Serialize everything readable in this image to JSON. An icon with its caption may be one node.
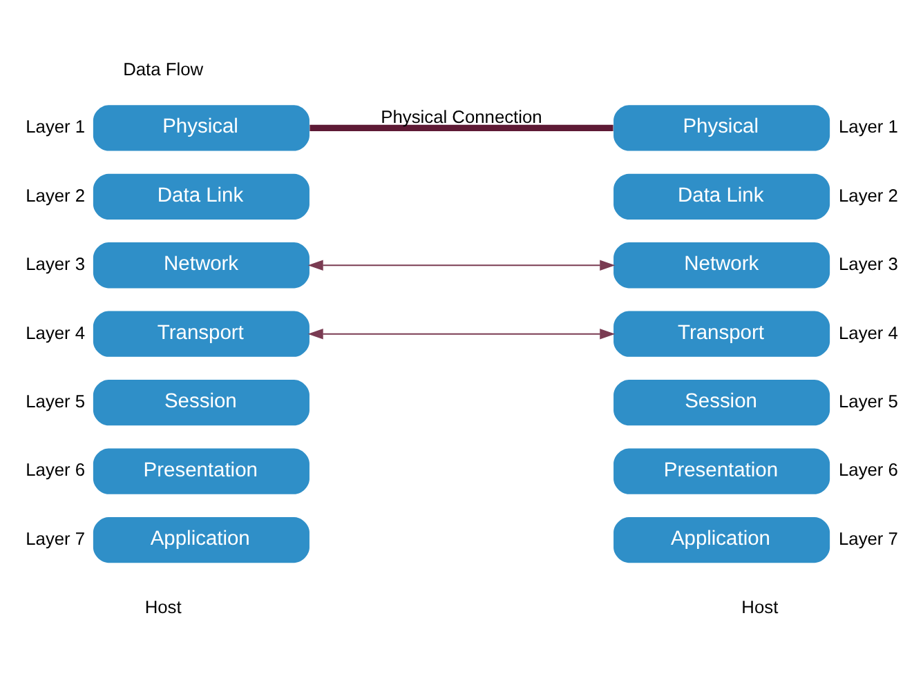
{
  "diagram": {
    "nodes": [
      {
        "text": [
          "Application"
        ],
        "beside": [
          "Layer 7"
        ]
      },
      {
        "text": [
          "Presentation"
        ],
        "beside": [
          "Layer 6"
        ]
      },
      {
        "text": [
          "Session"
        ],
        "beside": [
          "Layer 5"
        ]
      },
      {
        "text": [
          "Transport"
        ],
        "beside": [
          "Layer 4"
        ]
      },
      {
        "text": [
          "Network"
        ],
        "beside": [
          "Layer 3"
        ]
      },
      {
        "text": [
          "Data Link"
        ],
        "beside": [
          "Layer 2"
        ]
      },
      {
        "text": [
          "Physical"
        ],
        "beside": [
          "Layer 1"
        ]
      },
      {
        "text": [
          "Application"
        ],
        "beside": [
          "Layer 7"
        ]
      },
      {
        "text": [
          "Presentation"
        ],
        "beside": [
          "Layer 6"
        ]
      },
      {
        "text": [
          "Session"
        ],
        "beside": [
          "Layer 5"
        ]
      },
      {
        "text": [
          "Transport"
        ],
        "beside": [
          "Layer 4"
        ]
      },
      {
        "text": [
          "Network"
        ],
        "beside": [
          "Layer 3"
        ]
      },
      {
        "text": [
          "Data Link"
        ],
        "beside": [
          "Layer 2"
        ]
      },
      {
        "text": [
          "Physical"
        ],
        "beside": [
          "Layer 1"
        ]
      }
    ],
    "edges": [
      {
        "from": 3,
        "to": 10,
        "arrow": "both"
      },
      {
        "from": 4,
        "to": 11,
        "arrow": "both"
      },
      {
        "from": 6,
        "to": 13,
        "arrow": "none",
        "style": "thick",
        "label": "Physical Connection",
        "color": "#5e1a35"
      }
    ],
    "labels": [
      "Data Flow",
      "Host",
      "Host"
    ]
  }
}
